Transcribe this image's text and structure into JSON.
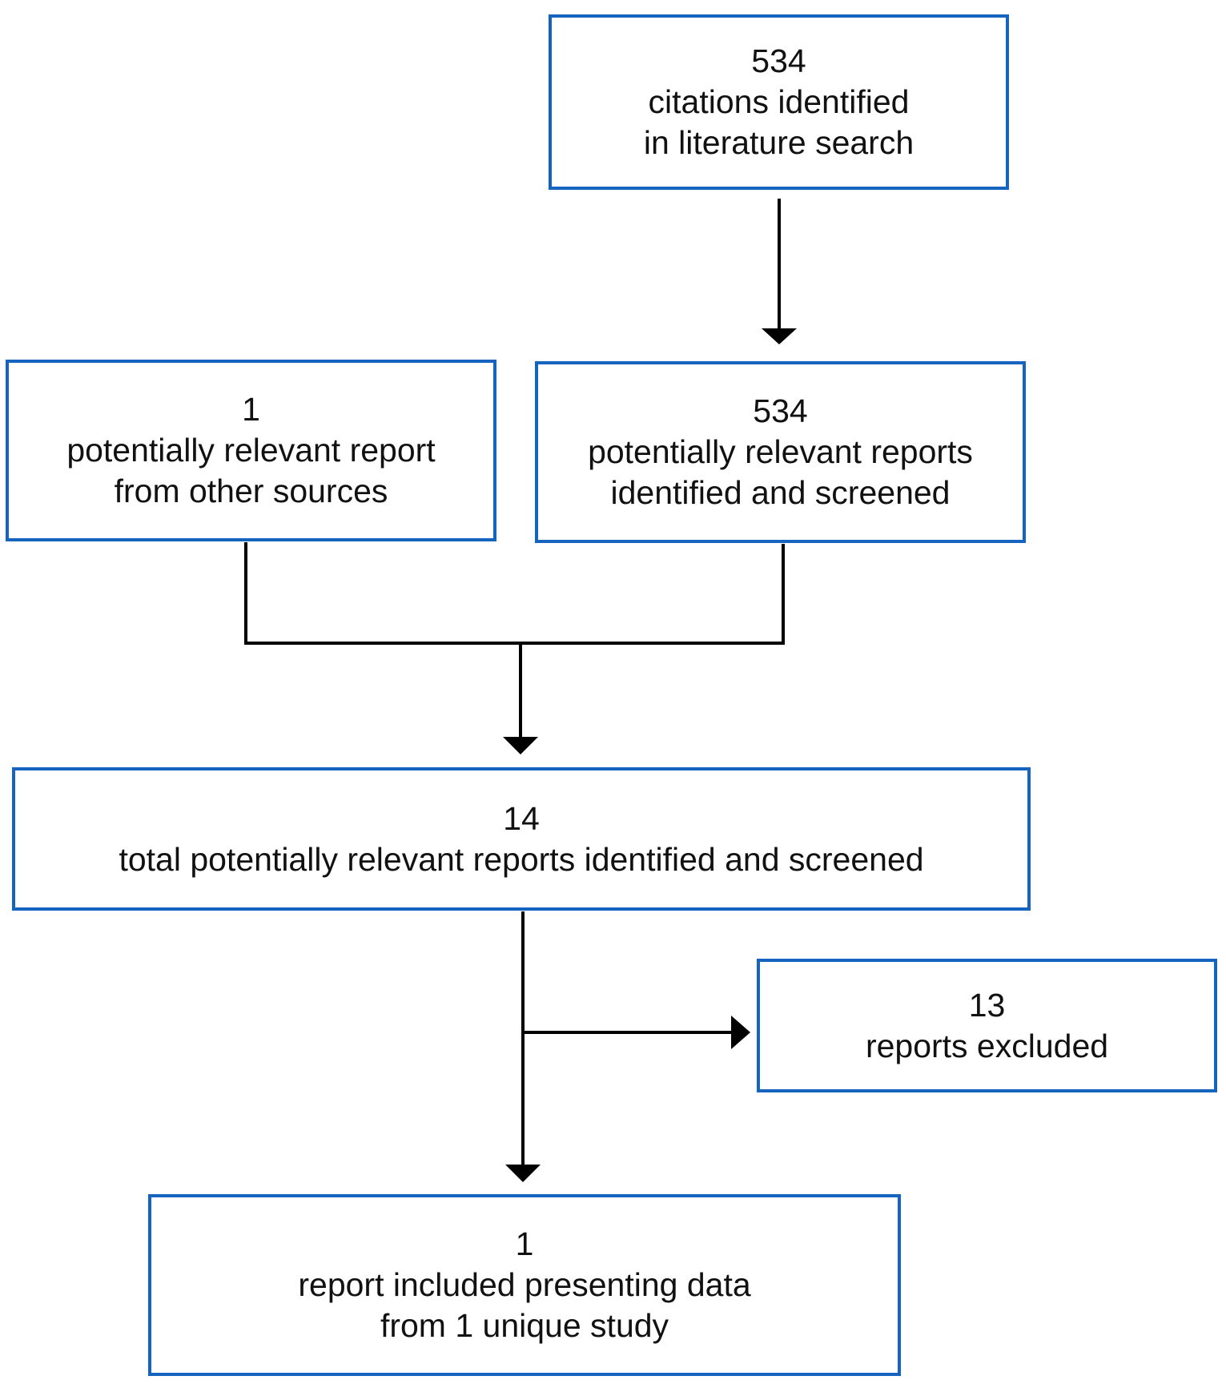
{
  "colors": {
    "box_border": "#1565c0",
    "connector": "#000000",
    "text": "#111111"
  },
  "boxes": {
    "literature_search": {
      "count": "534",
      "lines": [
        "citations identified",
        "in literature search"
      ]
    },
    "other_sources": {
      "count": "1",
      "lines": [
        "potentially relevant report",
        "from other sources"
      ]
    },
    "identified_screened": {
      "count": "534",
      "lines": [
        "potentially relevant reports",
        "identified and screened"
      ]
    },
    "total_screened": {
      "count": "14",
      "lines": [
        "total potentially relevant reports identified and screened"
      ]
    },
    "excluded": {
      "count": "13",
      "lines": [
        "reports excluded"
      ]
    },
    "included": {
      "count": "1",
      "lines": [
        "report included presenting data",
        "from 1 unique study"
      ]
    }
  }
}
